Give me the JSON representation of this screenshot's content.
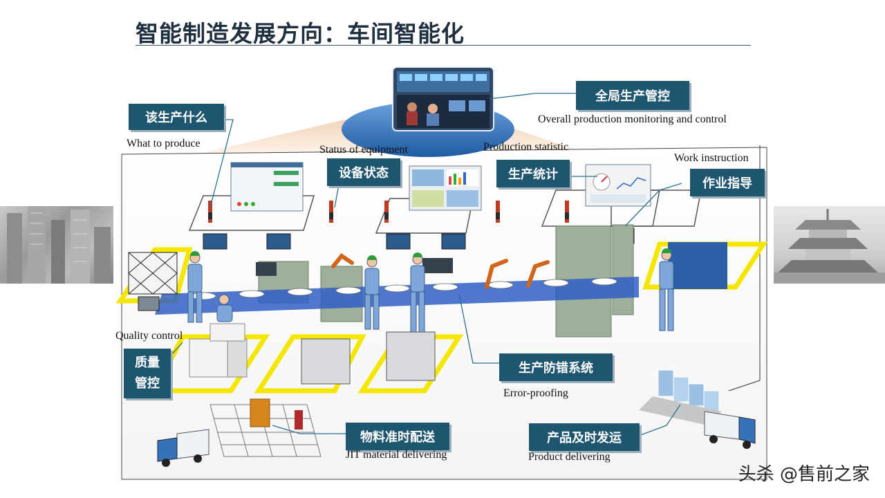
{
  "slide": {
    "title": "智能制造发展方向：车间智能化"
  },
  "labels": {
    "global_control": "全局生产管控",
    "global_control_en": "Overall production monitoring and control",
    "what_to_produce": "该生产什么",
    "what_to_produce_en": "What to produce",
    "equipment_status": "设备状态",
    "equipment_status_en": "Status of equipment",
    "production_stats": "生产统计",
    "production_stats_en": "Production statistic",
    "work_instruction": "作业指导",
    "work_instruction_en": "Work instruction",
    "quality_control": "质量\n管控",
    "quality_control_en": "Quality control",
    "error_proofing": "生产防错系统",
    "error_proofing_en": "Error-proofing",
    "jit_material": "物料准时配送",
    "jit_material_en": "JIT material delivering",
    "product_delivery": "产品及时发运",
    "product_delivery_en": "Product delivering"
  },
  "watermark": "头杀 @售前之家",
  "colors": {
    "label_bg": "#1e5670",
    "highlight": "#f5e600",
    "conveyor": "#2f5fc4",
    "platform": "#9aa8b0",
    "dome": "#3a78c0"
  }
}
